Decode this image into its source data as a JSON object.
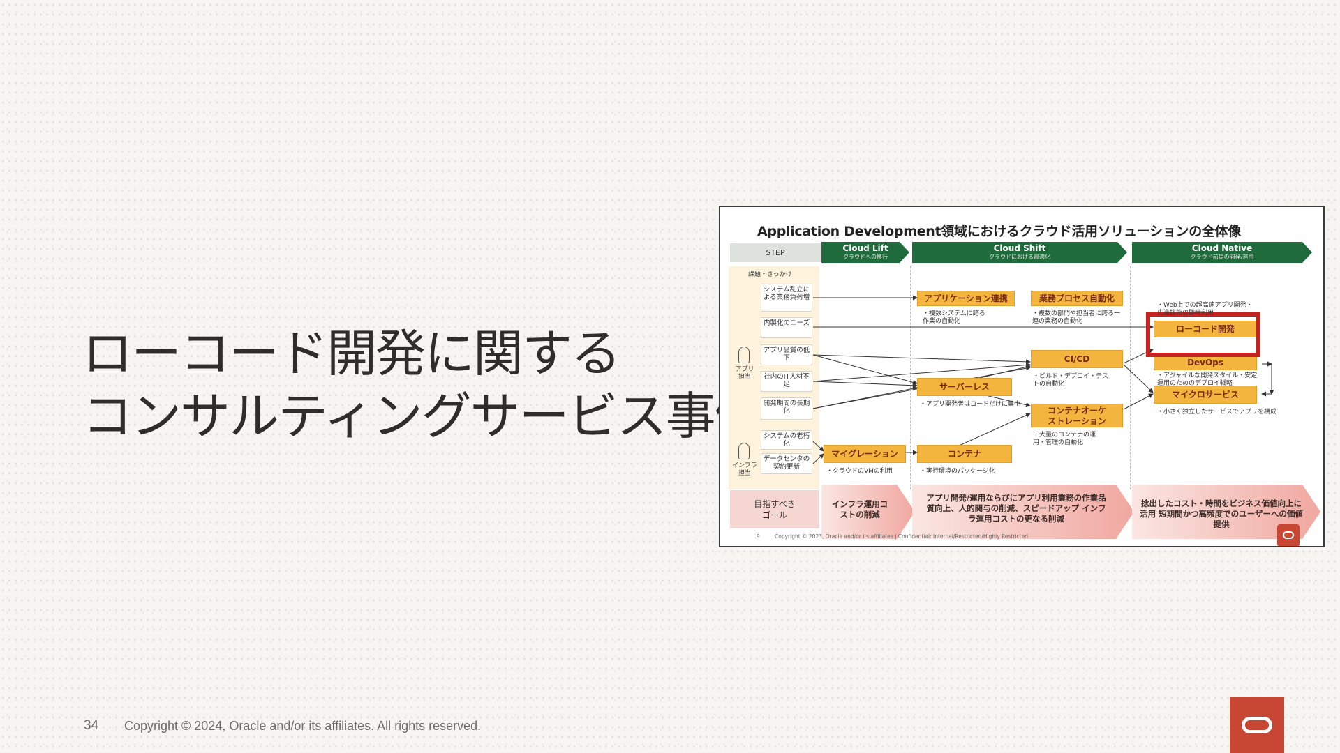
{
  "slide": {
    "title_line1": "ローコード開発に関する",
    "title_line2": "コンサルティングサービス事例",
    "page_number": "34",
    "copyright": "Copyright © 2024, Oracle and/or its affiliates. All rights reserved."
  },
  "embedded": {
    "title": "Application Development領域におけるクラウド活用ソリューションの全体像",
    "step_label": "STEP",
    "phases": [
      {
        "name": "Cloud Lift",
        "sub": "クラウドへの移行"
      },
      {
        "name": "Cloud Shift",
        "sub": "クラウドにおける最適化"
      },
      {
        "name": "Cloud Native",
        "sub": "クラウド前提の開発/運用"
      }
    ],
    "issues_header": "課題・きっかけ",
    "issues": [
      "システム乱立による業務負荷増",
      "内製化のニーズ",
      "アプリ品質の低下",
      "社内のIT人材不足",
      "開発期間の長期化",
      "システムの老朽化",
      "データセンタの契約更新"
    ],
    "roles": [
      "アプリ担当",
      "インフラ担当"
    ],
    "boxes": {
      "app_integration": "アプリケーション連携",
      "bpa": "業務プロセス自動化",
      "lowcode": "ローコード開発",
      "cicd": "CI/CD",
      "devops": "DevOps",
      "serverless": "サーバーレス",
      "microservices": "マイクロサービス",
      "orchestration": "コンテナオーケストレーション",
      "migration": "マイグレーション",
      "container": "コンテナ"
    },
    "notes": {
      "app_integration": "・複数システムに跨る作業の自動化",
      "bpa": "・複数の部門や担当者に跨る一連の業務の自動化",
      "lowcode": "・Web上での超高速アプリ開発・先進技術の即時利用",
      "cicd": "・ビルド・デプロイ・テストの自動化",
      "devops": "・アジャイルな開発スタイル・安定運用のためのデプロイ戦略",
      "serverless": "・アプリ開発者はコードだけに集中",
      "microservices": "・小さく独立したサービスでアプリを構成",
      "orchestration": "・大量のコンテナの運用・管理の自動化",
      "migration": "・クラウドのVMの利用",
      "container": "・実行環境のパッケージ化"
    },
    "goal_label": "目指すべきゴール",
    "goals": [
      "インフラ運用コストの削減",
      "アプリ開発/運用ならびにアプリ利用業務の作業品質向上、人的関与の削減、スピードアップ インフラ運用コストの更なる削減",
      "捻出したコスト・時間をビジネス価値向上に活用 短期間かつ高頻度でのユーザーへの価値提供"
    ],
    "footer": "Copyright © 2023, Oracle and/or its affiliates | Confidential: Internal/Restricted/Highly Restricted",
    "footer_page": "9",
    "colors": {
      "green": "#1f6b3b",
      "yellow": "#f3b53e",
      "red_highlight": "#c4241f",
      "oracle_red": "#c74634"
    }
  }
}
